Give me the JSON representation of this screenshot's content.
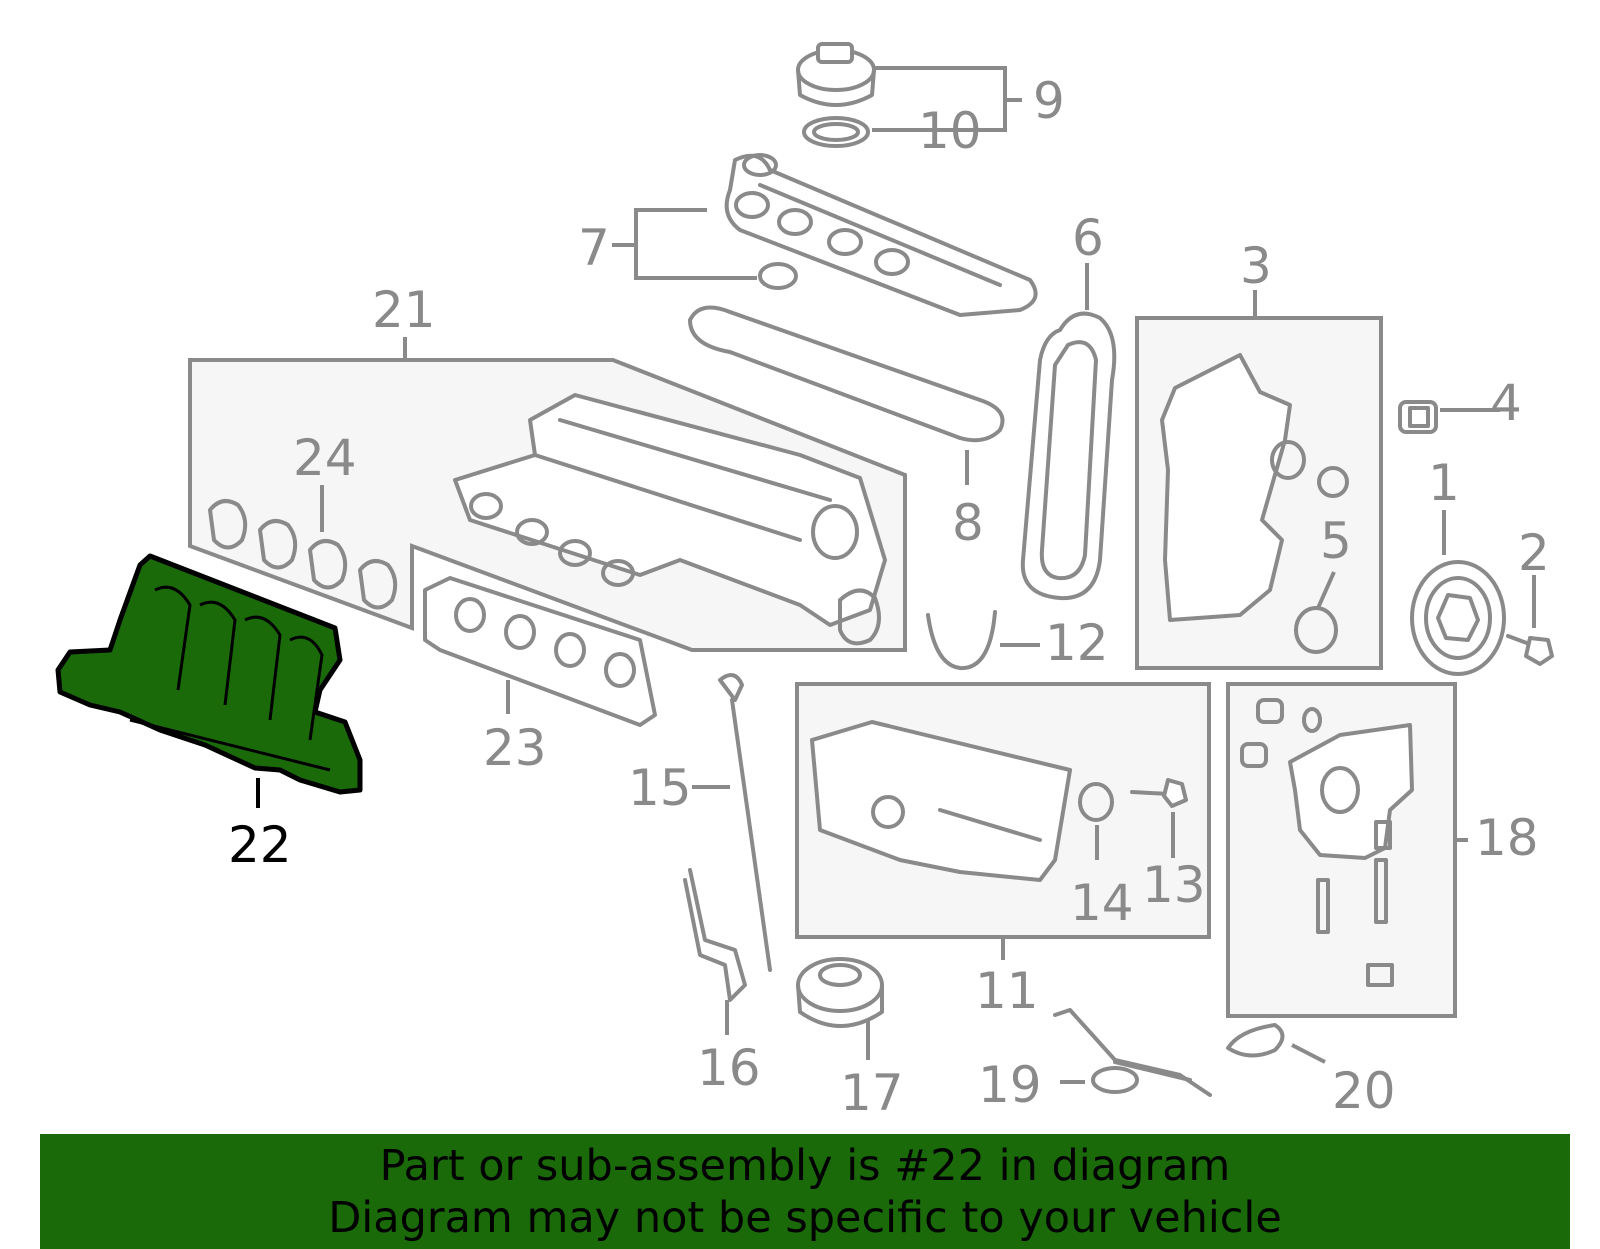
{
  "colors": {
    "highlight": "#1a6a0a",
    "line_gray": "#8a8a8a",
    "banner_bg": "#1a6a0a",
    "banner_text": "#000000"
  },
  "highlighted_part": "22",
  "callouts": {
    "c1": "1",
    "c2": "2",
    "c3": "3",
    "c4": "4",
    "c5": "5",
    "c6": "6",
    "c7": "7",
    "c8": "8",
    "c9": "9",
    "c10": "10",
    "c11": "11",
    "c12": "12",
    "c13": "13",
    "c14": "14",
    "c15": "15",
    "c16": "16",
    "c17": "17",
    "c18": "18",
    "c19": "19",
    "c20": "20",
    "c21": "21",
    "c22": "22",
    "c23": "23",
    "c24": "24"
  },
  "banner": {
    "line1": "Part or sub-assembly is #22 in diagram",
    "line2": "Diagram may not be specific to your vehicle"
  }
}
